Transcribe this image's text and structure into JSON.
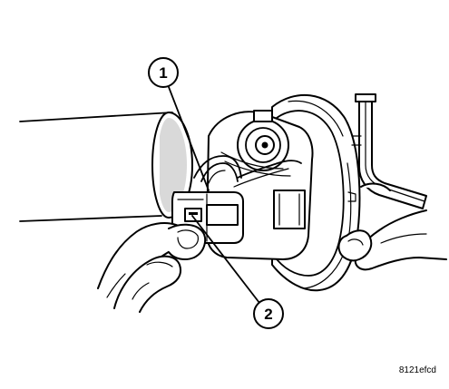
{
  "figure": {
    "callouts": [
      {
        "label": "1"
      },
      {
        "label": "2"
      }
    ],
    "figure_id": "8121efcd"
  }
}
